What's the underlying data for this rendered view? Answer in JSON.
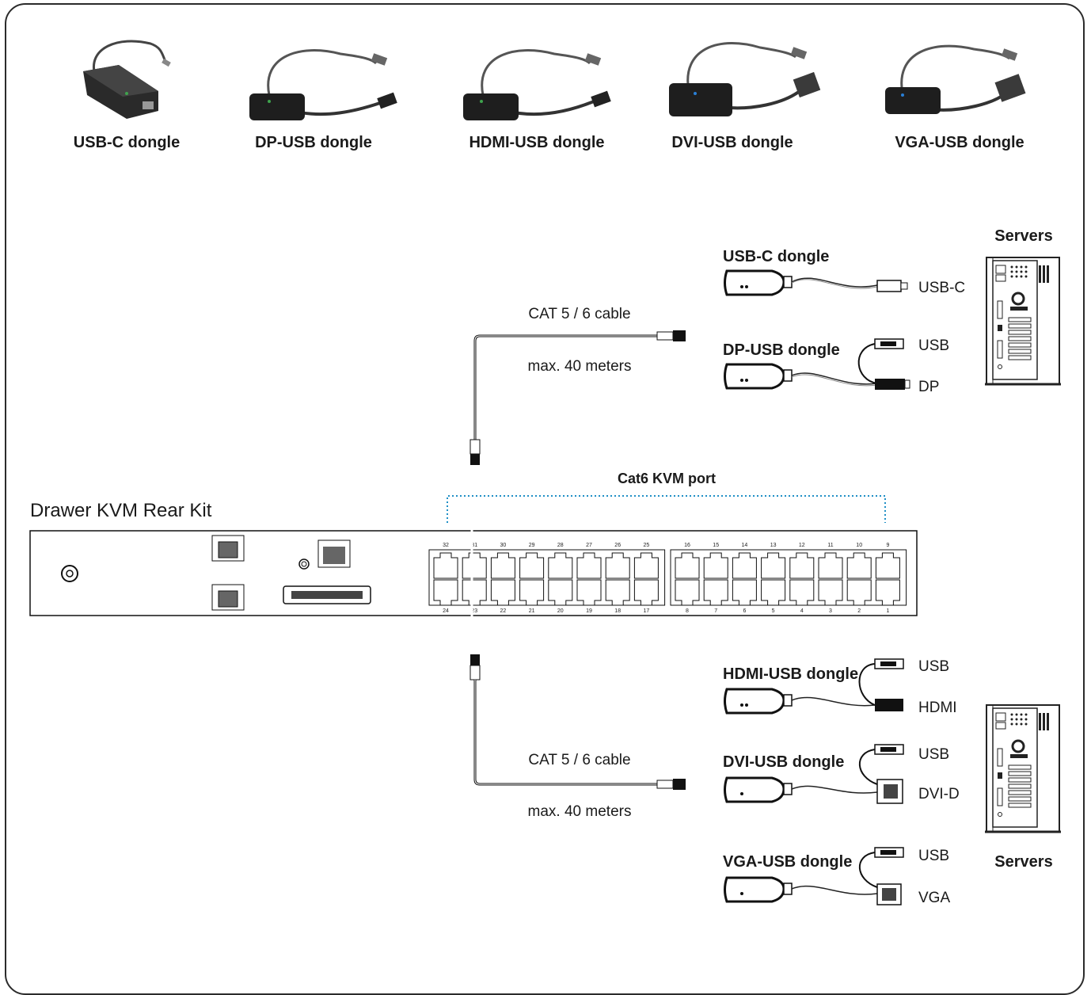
{
  "top_row": [
    {
      "id": "usbc",
      "label": "USB-C dongle"
    },
    {
      "id": "dp",
      "label": "DP-USB dongle"
    },
    {
      "id": "hdmi",
      "label": "HDMI-USB dongle"
    },
    {
      "id": "dvi",
      "label": "DVI-USB dongle"
    },
    {
      "id": "vga",
      "label": "VGA-USB dongle"
    }
  ],
  "servers_label_top": "Servers",
  "servers_label_bottom": "Servers",
  "cable_top": {
    "label": "CAT 5 / 6 cable",
    "length": "max. 40 meters"
  },
  "cable_bottom": {
    "label": "CAT 5 / 6 cable",
    "length": "max. 40 meters"
  },
  "port_group_label": "Cat6 KVM port",
  "kit_title": "Drawer KVM Rear Kit",
  "dongles_top": [
    {
      "title": "USB-C dongle",
      "connectors": [
        "USB-C"
      ]
    },
    {
      "title": "DP-USB dongle",
      "connectors": [
        "USB",
        "DP"
      ]
    }
  ],
  "dongles_bottom": [
    {
      "title": "HDMI-USB dongle",
      "connectors": [
        "USB",
        "HDMI"
      ]
    },
    {
      "title": "DVI-USB dongle",
      "connectors": [
        "USB",
        "DVI-D"
      ]
    },
    {
      "title": "VGA-USB dongle",
      "connectors": [
        "USB",
        "VGA"
      ]
    }
  ],
  "ports_left_top": [
    "32",
    "31",
    "30",
    "29",
    "28",
    "27",
    "26",
    "25"
  ],
  "ports_left_bottom": [
    "24",
    "23",
    "22",
    "21",
    "20",
    "19",
    "18",
    "17"
  ],
  "ports_right_top": [
    "16",
    "15",
    "14",
    "13",
    "12",
    "11",
    "10",
    "9"
  ],
  "ports_right_bottom": [
    "8",
    "7",
    "6",
    "5",
    "4",
    "3",
    "2",
    "1"
  ],
  "colors": {
    "line": "#1a1a1a",
    "dotted": "#1f8fc6",
    "dongle_body": "#1a1a1a"
  }
}
